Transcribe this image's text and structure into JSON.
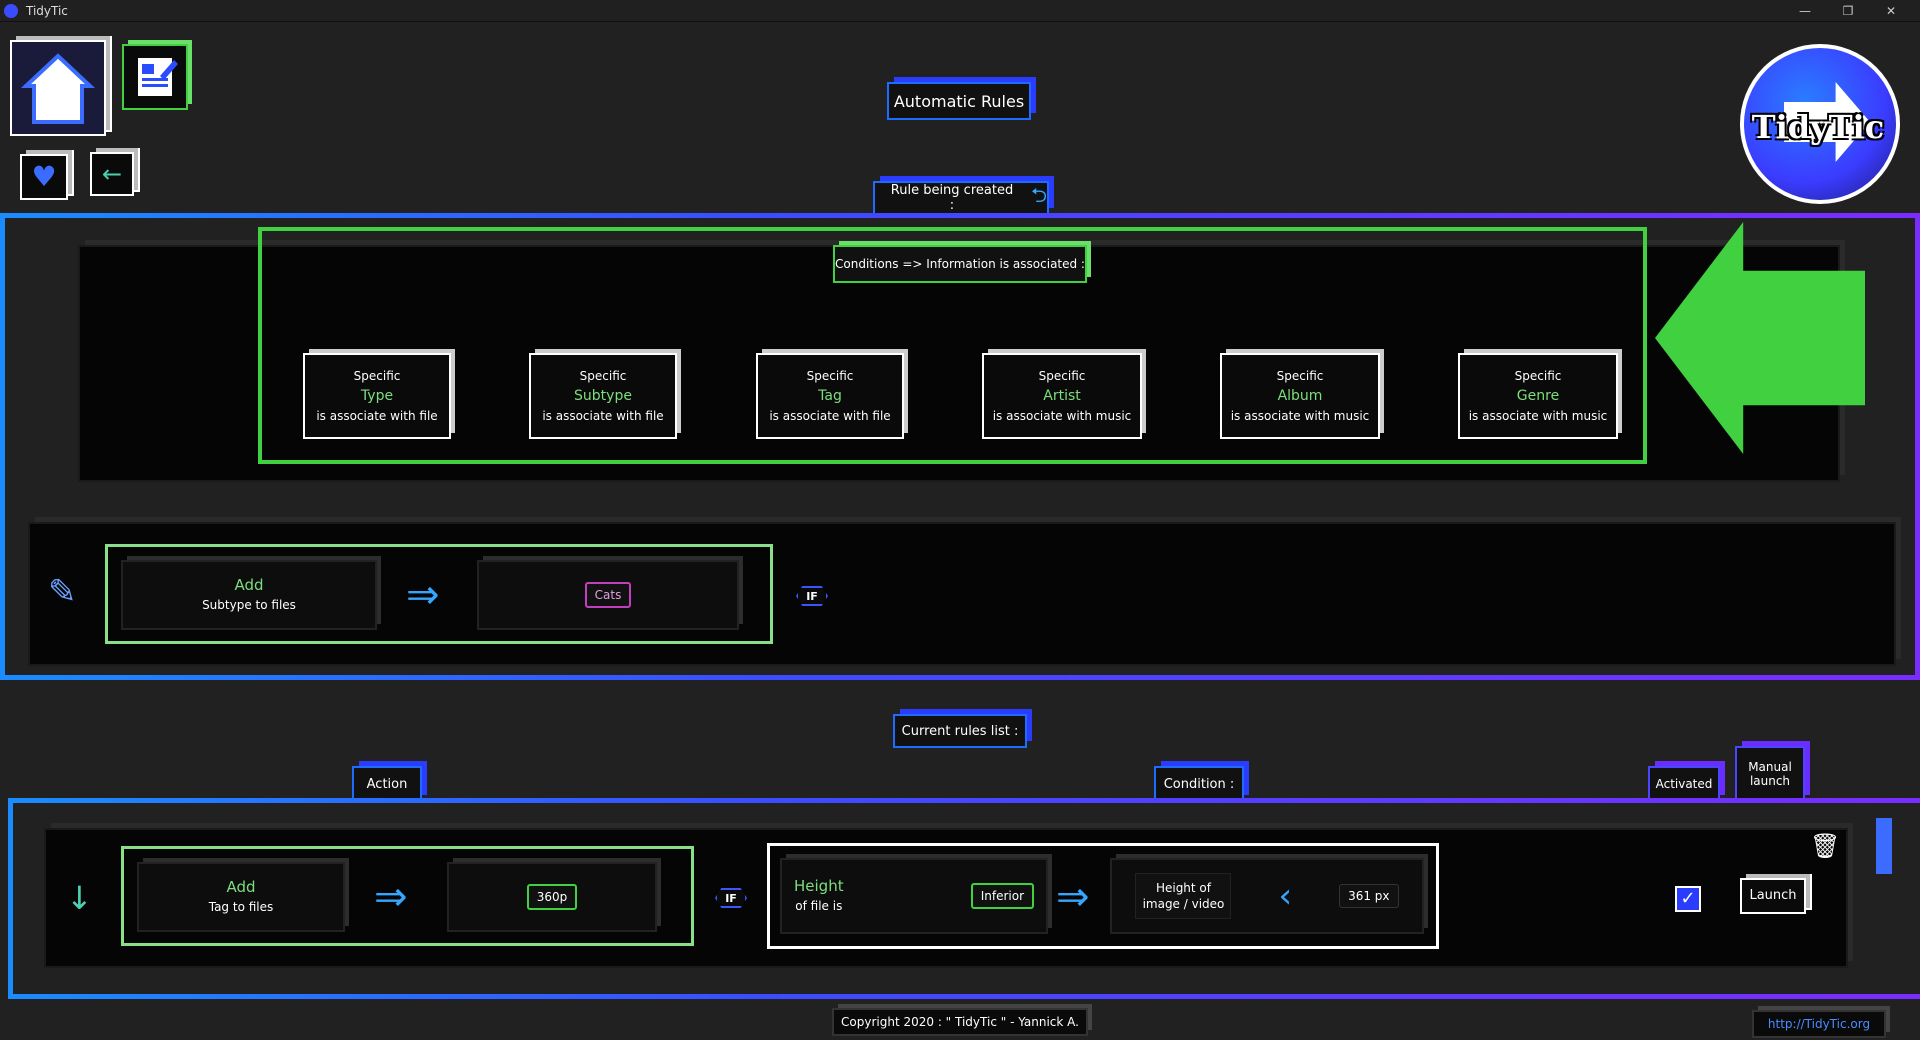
{
  "window": {
    "title": "TidyTic"
  },
  "header": {
    "page_title": "Automatic Rules",
    "logo_text": "TidyTic"
  },
  "creation": {
    "label": "Rule being created :",
    "conditions_label": "Conditions => Information is associated :",
    "cards": [
      {
        "top": "Specific",
        "mid": "Type",
        "bottom": "is associate with file"
      },
      {
        "top": "Specific",
        "mid": "Subtype",
        "bottom": "is associate with file"
      },
      {
        "top": "Specific",
        "mid": "Tag",
        "bottom": "is associate with file"
      },
      {
        "top": "Specific",
        "mid": "Artist",
        "bottom": "is associate with music"
      },
      {
        "top": "Specific",
        "mid": "Album",
        "bottom": "is associate with music"
      },
      {
        "top": "Specific",
        "mid": "Genre",
        "bottom": "is associate with music"
      }
    ],
    "action": {
      "verb": "Add",
      "target": "Subtype to files",
      "value": "Cats"
    },
    "if_label": "IF"
  },
  "rules": {
    "label": "Current rules list :",
    "col_action": "Action",
    "col_condition": "Condition :",
    "col_activated": "Activated",
    "col_manual": "Manual launch",
    "rows": [
      {
        "action_verb": "Add",
        "action_target": "Tag to files",
        "action_value": "360p",
        "if_label": "IF",
        "cond_field": "Height",
        "cond_sub": "of file is",
        "cond_op": "Inferior",
        "cond_subject": "Height of image / video",
        "cond_value": "361 px",
        "launch": "Launch"
      }
    ]
  },
  "footer": {
    "copyright": "Copyright 2020 : \" TidyTic \" - Yannick A.",
    "link": "http://TidyTic.org"
  },
  "colors": {
    "accent_blue": "#1e6bff",
    "accent_purple": "#6a2dff",
    "accent_green": "#40d040",
    "value_pink": "#c040c0"
  }
}
